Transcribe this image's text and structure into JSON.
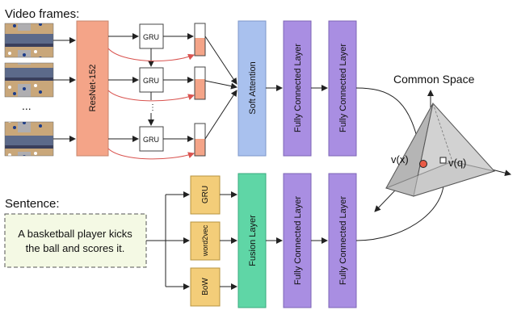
{
  "labels": {
    "video_frames": "Video frames:",
    "sentence": "Sentence:",
    "ellipsis": "...",
    "common_space": "Common Space",
    "vx": "v(x)",
    "vq": "v(q)"
  },
  "blocks": {
    "resnet": "ResNet-152",
    "gru": "GRU",
    "soft_attention": "Soft Attention",
    "fully_connected": "Fully Connected Layer",
    "fusion": "Fusion Layer",
    "word2vec": "word2vec",
    "bow": "BoW"
  },
  "sentence": {
    "line1": "A basketball player kicks",
    "line2": "the ball and scores it."
  },
  "colors": {
    "resnet": "#f4a488",
    "attention": "#a9c1ee",
    "fc": "#a98ee2",
    "fusion": "#5fd6a6",
    "text_encoder": "#f3cd79",
    "sentence_box": "#f4f9e4",
    "arrow_red": "#d9534f",
    "point_red": "#e85a45"
  }
}
